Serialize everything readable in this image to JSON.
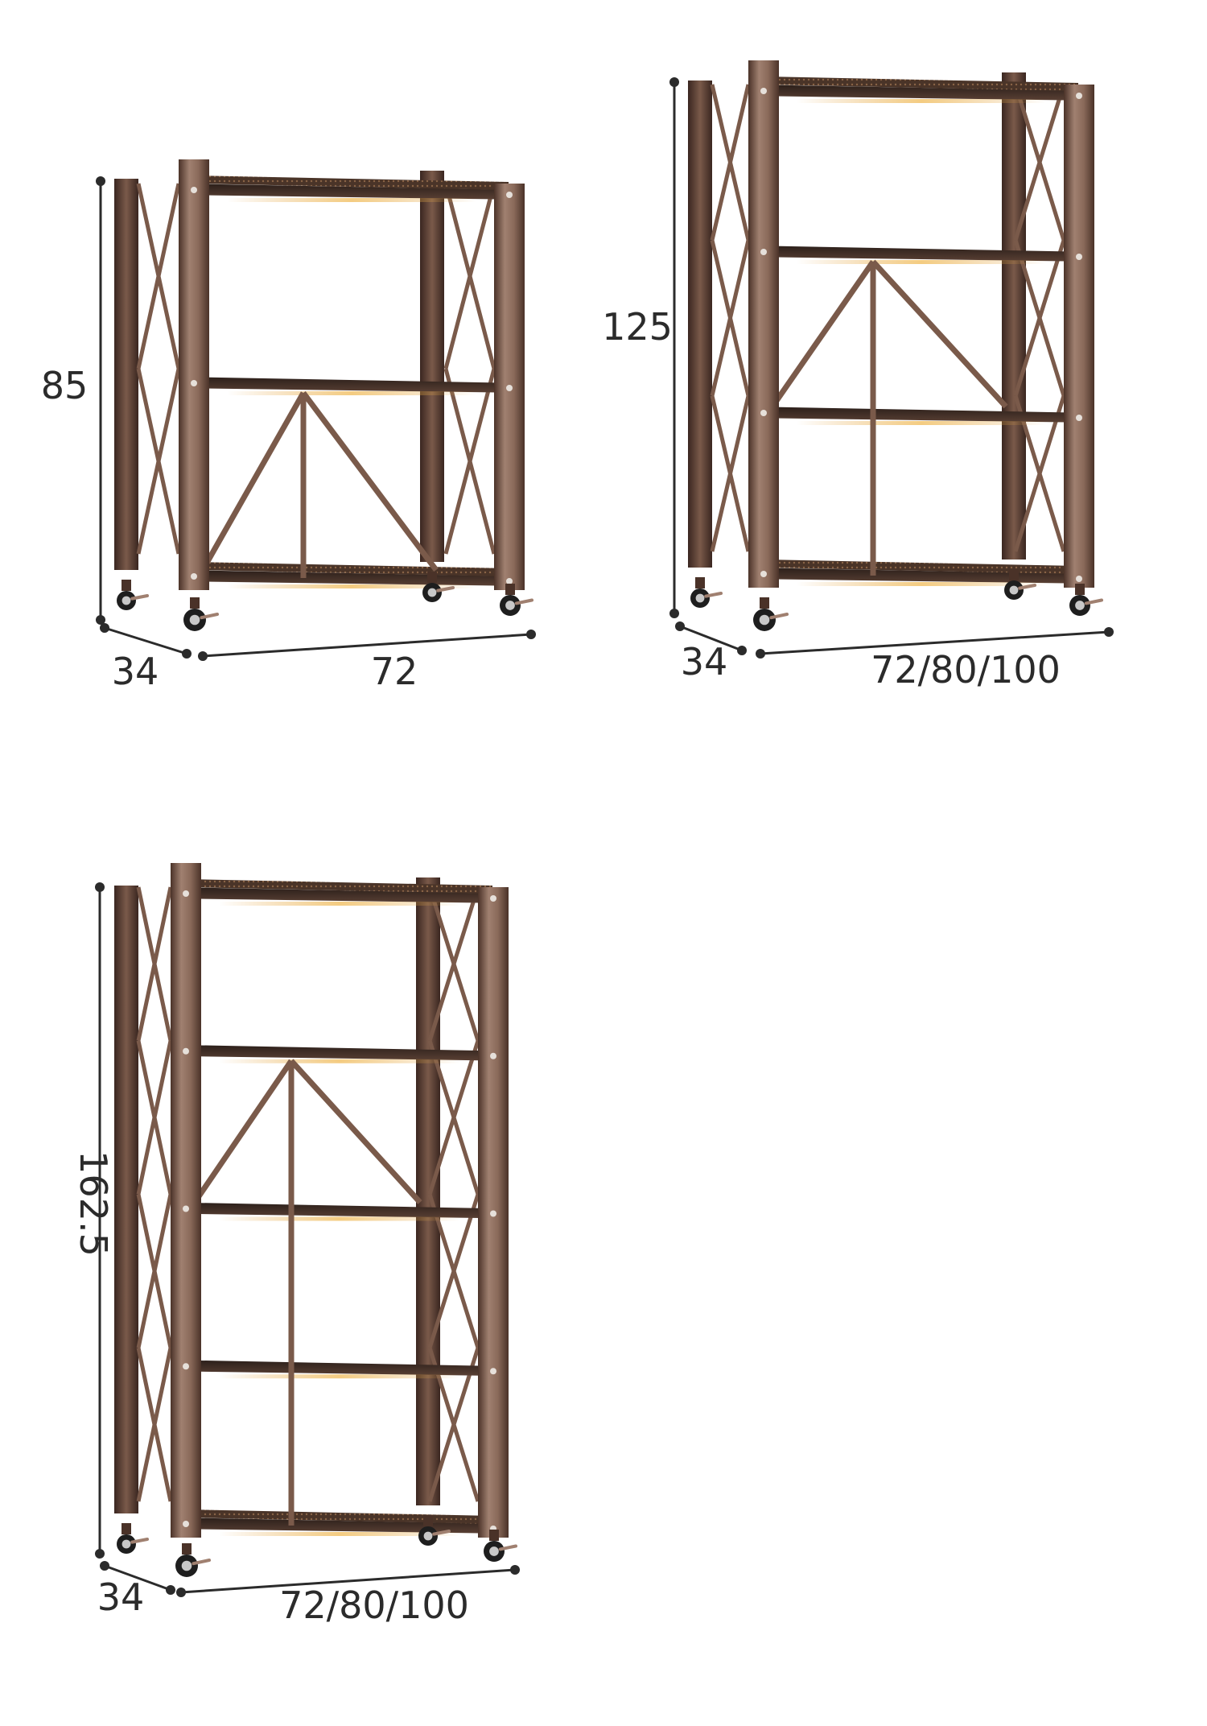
{
  "colors": {
    "frame": "#7a5a4a",
    "frame_light": "#a08070",
    "frame_dark": "#4a3228",
    "shelf": "#3a2a24",
    "shelf_edge": "#6b4d3f",
    "glow": "#e0a040",
    "dimension_line": "#2b2b2b",
    "wheel": "#1e1e1e",
    "wheel_hub": "#c8c8c8"
  },
  "shelves": [
    {
      "id": "shelf-3-tier",
      "tiers": 3,
      "height_label": "85",
      "depth_label": "34",
      "width_label": "72"
    },
    {
      "id": "shelf-4-tier",
      "tiers": 4,
      "height_label": "125",
      "depth_label": "34",
      "width_label": "72/80/100"
    },
    {
      "id": "shelf-5-tier",
      "tiers": 5,
      "height_label": "162.5",
      "depth_label": "34",
      "width_label": "72/80/100"
    }
  ]
}
